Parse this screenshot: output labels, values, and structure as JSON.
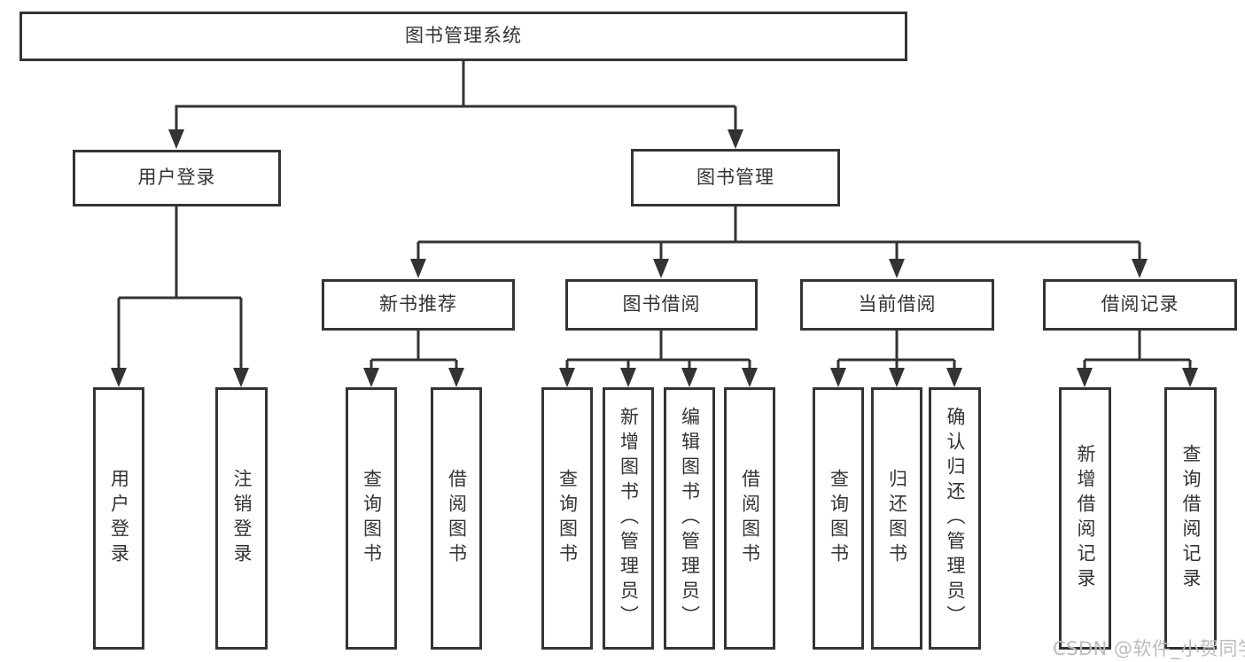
{
  "colors": {
    "background": "#ffffff",
    "line": "#333333",
    "box_border": "#343434",
    "text": "#333333",
    "watermark": "#bcbcbc"
  },
  "watermark": {
    "text": "CSDN @软件_小贺同学"
  },
  "nodes": {
    "root": "图书管理系统",
    "user_login": "用户登录",
    "book_mgmt": "图书管理",
    "new_book_rec": "新书推荐",
    "book_borrow": "图书借阅",
    "current_borrow": "当前借阅",
    "borrow_records": "借阅记录",
    "leaf_user_login": "用户登录",
    "leaf_logout": "注销登录",
    "leaf_nbr_query": "查询图书",
    "leaf_nbr_borrow": "借阅图书",
    "leaf_bb_query": "查询图书",
    "leaf_bb_add": "新增图书（管理员）",
    "leaf_bb_edit": "编辑图书（管理员）",
    "leaf_bb_borrow": "借阅图书",
    "leaf_cb_query": "查询图书",
    "leaf_cb_return": "归还图书",
    "leaf_cb_confirm": "确认归还（管理员）",
    "leaf_br_add": "新增借阅记录",
    "leaf_br_query": "查询借阅记录"
  }
}
